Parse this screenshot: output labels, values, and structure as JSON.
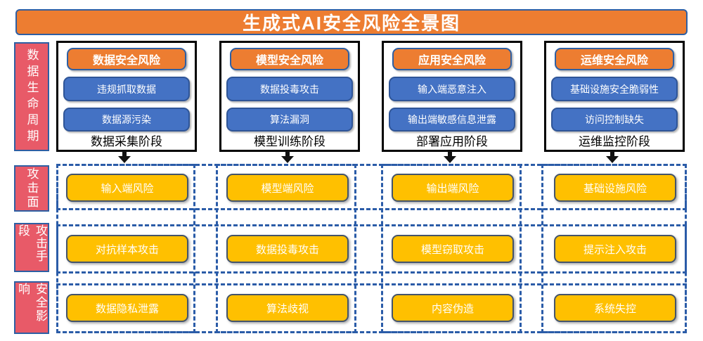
{
  "title": "生成式AI安全风险全景图",
  "side_labels": {
    "lifecycle": "数据生命周期",
    "attack_surface": "攻击面",
    "attack_method": "攻击手段",
    "impact": "安全影响"
  },
  "columns": [
    {
      "header": "数据安全风险",
      "risks": [
        "违规抓取数据",
        "数据源污染"
      ],
      "stage": "数据采集阶段",
      "attack_surface": "输入端风险",
      "attack_method": "对抗样本攻击",
      "impact": "数据隐私泄露"
    },
    {
      "header": "模型安全风险",
      "risks": [
        "数据投毒攻击",
        "算法漏洞"
      ],
      "stage": "模型训练阶段",
      "attack_surface": "模型端风险",
      "attack_method": "数据投毒攻击",
      "impact": "算法歧视"
    },
    {
      "header": "应用安全风险",
      "risks": [
        "输入端恶意注入",
        "输出端敏感信息泄露"
      ],
      "stage": "部署应用阶段",
      "attack_surface": "输出端风险",
      "attack_method": "模型窃取攻击",
      "impact": "内容伪造"
    },
    {
      "header": "运维安全风险",
      "risks": [
        "基础设施安全脆弱性",
        "访问控制缺失"
      ],
      "stage": "运维监控阶段",
      "attack_surface": "基础设施风险",
      "attack_method": "提示注入攻击",
      "impact": "系统失控"
    }
  ],
  "colors": {
    "banner_orange": "#ED7D31",
    "risk_blue": "#4472C4",
    "border_blue": "#2E5FA3",
    "label_red": "#E85A68",
    "gold": "#FFC000",
    "dash_blue": "#2B5CA8"
  }
}
